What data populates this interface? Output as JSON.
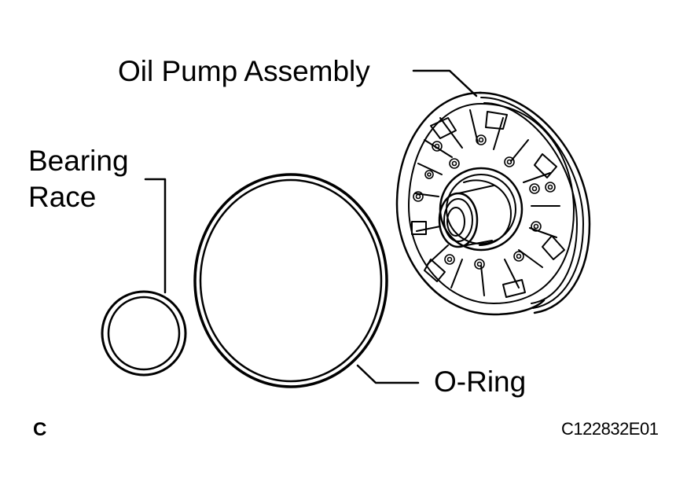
{
  "diagram": {
    "labels": {
      "oil_pump": "Oil Pump Assembly",
      "bearing_line1": "Bearing",
      "bearing_line2": "Race",
      "o_ring": "O-Ring",
      "corner_letter": "C",
      "figure_code": "C122832E01"
    },
    "colors": {
      "ink": "#000000",
      "background": "#ffffff"
    }
  }
}
